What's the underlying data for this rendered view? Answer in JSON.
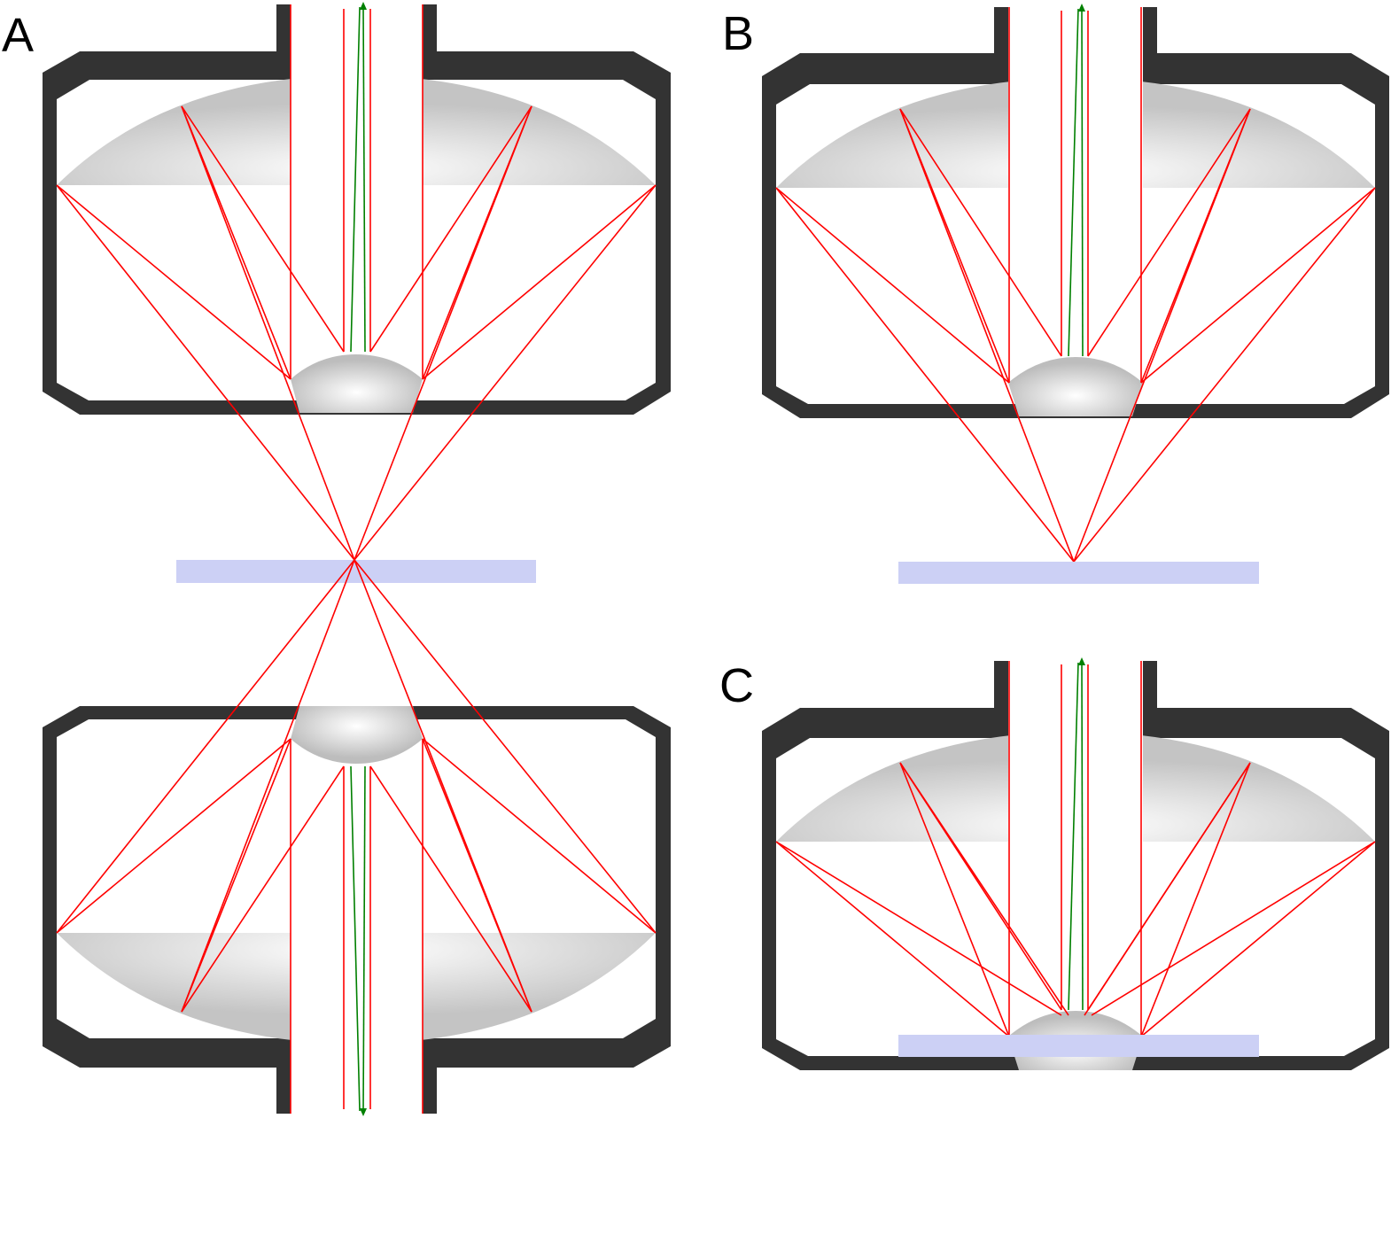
{
  "panels": [
    {
      "id": "A",
      "label": "A"
    },
    {
      "id": "B",
      "label": "B"
    },
    {
      "id": "C",
      "label": "C"
    }
  ],
  "colors": {
    "objective_body": "#333333",
    "mirror_gradient_light": "#ffffff",
    "mirror_gradient_dark": "#c4c4c4",
    "ray": "#ff0000",
    "axial_ray": "#008000",
    "sample_plate": "#ccd0f5",
    "contact_tip": "#ffee00"
  }
}
